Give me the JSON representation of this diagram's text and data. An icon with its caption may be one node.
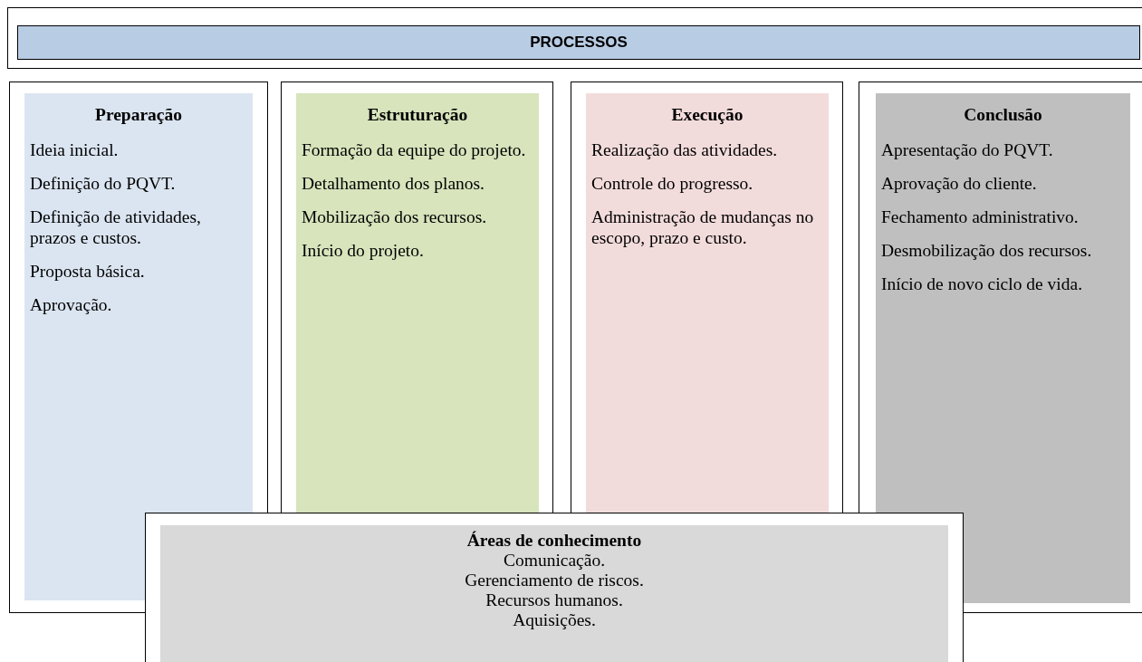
{
  "diagram": {
    "nodes": [
      {
        "text": [
          "PROCESSOS"
        ]
      },
      {
        "text": [
          "Preparação",
          "Ideia inicial.",
          "Definição do PQVT.",
          "Definição de atividades, prazos e custos.",
          "Proposta básica.",
          "Aprovação."
        ]
      },
      {
        "text": [
          "Estruturação",
          "Formação da equipe do projeto.",
          "Detalhamento dos planos.",
          "Mobilização dos recursos.",
          "Início do projeto."
        ]
      },
      {
        "text": [
          "Execução",
          "Realização das atividades.",
          "Controle do progresso.",
          "Administração de mudanças no escopo, prazo e custo."
        ]
      },
      {
        "text": [
          "Conclusão",
          "Apresentação do PQVT.",
          "Aprovação do cliente.",
          "Fechamento administrativo.",
          "Desmobilização dos recursos.",
          "Início de novo ciclo de vida."
        ]
      },
      {
        "text": [
          "Áreas de conhecimento",
          "Comunicação.",
          "Gerenciamento de riscos.",
          "Recursos humanos.",
          "Aquisições."
        ]
      }
    ]
  }
}
